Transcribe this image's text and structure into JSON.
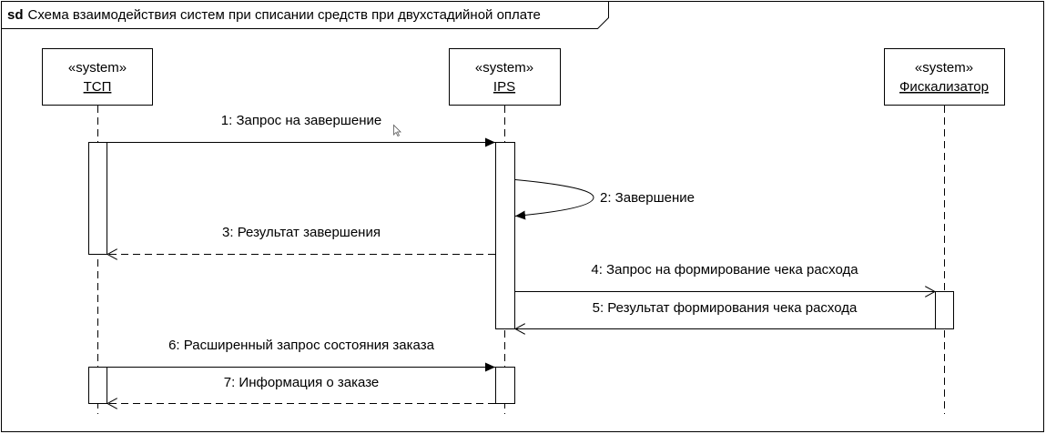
{
  "frame": {
    "keyword": "sd",
    "title": "Схема взаимодействия систем при списании средств при двухстадийной оплате"
  },
  "lifelines": [
    {
      "id": "tsp",
      "stereotype": "«system»",
      "name": "ТСП"
    },
    {
      "id": "ips",
      "stereotype": "«system»",
      "name": "IPS"
    },
    {
      "id": "fisc",
      "stereotype": "«system»",
      "name": "Фискализатор"
    }
  ],
  "messages": [
    {
      "n": 1,
      "label": "1: Запрос на завершение",
      "from": "tsp",
      "to": "ips",
      "kind": "sync"
    },
    {
      "n": 2,
      "label": "2: Завершение",
      "from": "ips",
      "to": "ips",
      "kind": "self"
    },
    {
      "n": 3,
      "label": "3: Результат завершения",
      "from": "ips",
      "to": "tsp",
      "kind": "reply"
    },
    {
      "n": 4,
      "label": "4: Запрос на формирование чека расхода",
      "from": "ips",
      "to": "fisc",
      "kind": "async"
    },
    {
      "n": 5,
      "label": "5: Результат формирования чека расхода",
      "from": "fisc",
      "to": "ips",
      "kind": "async"
    },
    {
      "n": 6,
      "label": "6: Расширенный запрос состояния заказа",
      "from": "tsp",
      "to": "ips",
      "kind": "sync"
    },
    {
      "n": 7,
      "label": "7: Информация о заказе",
      "from": "ips",
      "to": "tsp",
      "kind": "reply"
    }
  ]
}
